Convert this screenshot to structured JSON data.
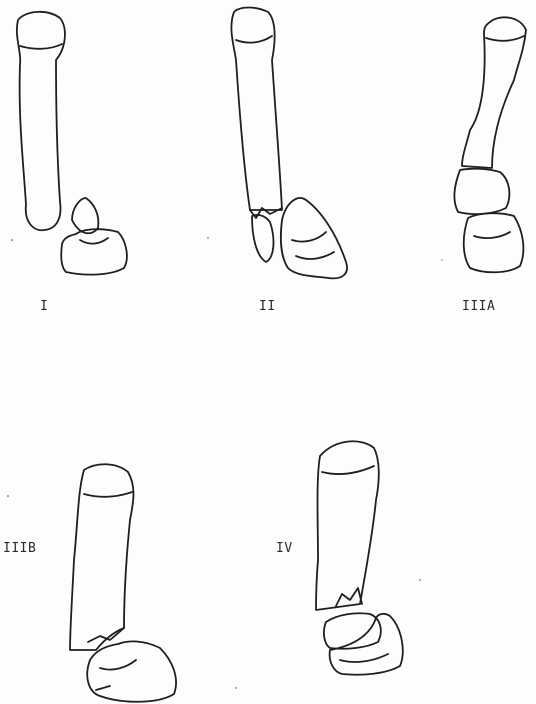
{
  "figure": {
    "labels": {
      "type_1": "I",
      "type_2": "II",
      "type_3a": "IIIA",
      "type_3b": "IIIB",
      "type_4": "IV"
    }
  }
}
